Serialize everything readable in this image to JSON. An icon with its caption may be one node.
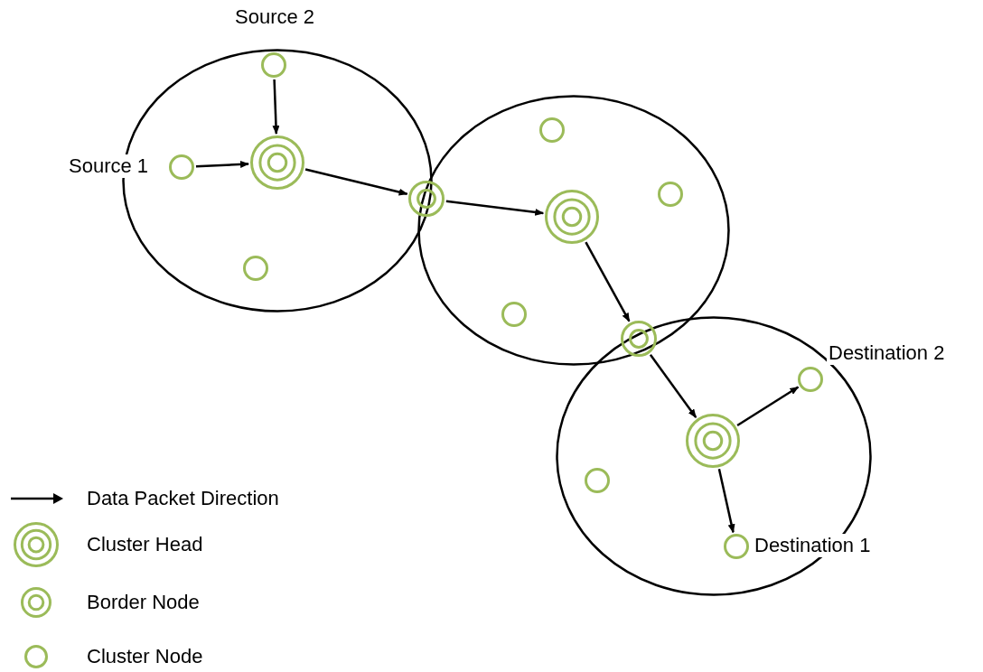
{
  "diagram": {
    "nodes": [
      {
        "text": [],
        "shape": "ellipse"
      },
      {
        "text": [],
        "shape": "circle",
        "beside": [
          "Source 2"
        ],
        "in": 0
      },
      {
        "text": [],
        "shape": "circle",
        "beside": [
          "Source 1"
        ],
        "in": 0
      },
      {
        "text": [],
        "shape": "triplecircle",
        "in": 0
      },
      {
        "text": [],
        "shape": "circle",
        "in": 0
      },
      {
        "text": [],
        "shape": "doublecircle"
      },
      {
        "text": [],
        "shape": "ellipse"
      },
      {
        "text": [],
        "shape": "circle",
        "in": 6
      },
      {
        "text": [],
        "shape": "circle",
        "in": 6
      },
      {
        "text": [],
        "shape": "triplecircle",
        "in": 6
      },
      {
        "text": [],
        "shape": "circle",
        "in": 6
      },
      {
        "text": [],
        "shape": "doublecircle"
      },
      {
        "text": [],
        "shape": "ellipse"
      },
      {
        "text": [],
        "shape": "circle",
        "beside": [
          "Destination 2"
        ],
        "in": 12
      },
      {
        "text": [],
        "shape": "triplecircle",
        "in": 12
      },
      {
        "text": [],
        "shape": "circle",
        "in": 12
      },
      {
        "text": [],
        "shape": "circle",
        "beside": [
          "Destination 1"
        ],
        "in": 12
      }
    ],
    "edges": [
      {
        "from": 1,
        "to": 3,
        "arrow": "to"
      },
      {
        "from": 2,
        "to": 3,
        "arrow": "to"
      },
      {
        "from": 3,
        "to": 5,
        "arrow": "to"
      },
      {
        "from": 5,
        "to": 9,
        "arrow": "to"
      },
      {
        "from": 9,
        "to": 11,
        "arrow": "to"
      },
      {
        "from": 11,
        "to": 14,
        "arrow": "to"
      },
      {
        "from": 14,
        "to": 13,
        "arrow": "to"
      },
      {
        "from": 14,
        "to": 16,
        "arrow": "to"
      }
    ],
    "legend": [
      {
        "text": "Data Packet Direction"
      },
      {
        "text": "Cluster Head"
      },
      {
        "text": "Border Node"
      },
      {
        "text": "Cluster Node"
      }
    ]
  }
}
